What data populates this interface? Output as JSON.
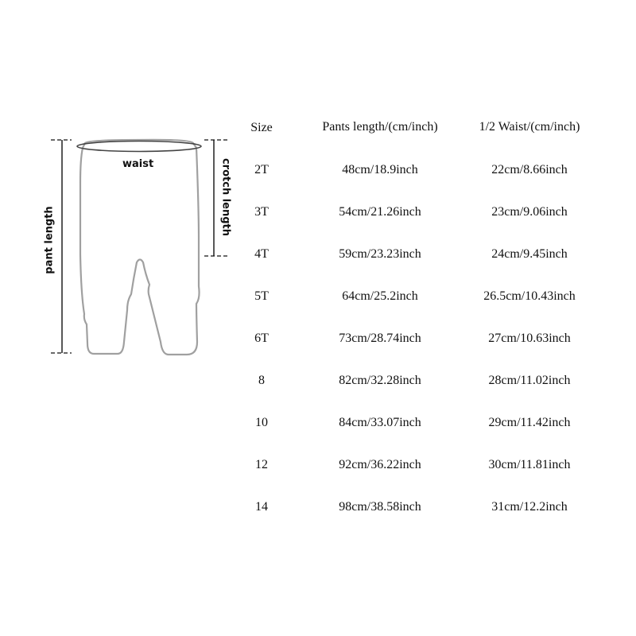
{
  "diagram": {
    "labels": {
      "waist": "waist",
      "pant_length": "pant length",
      "crotch_length": "crotch length"
    },
    "outline_color": "#a0a0a0",
    "measure_color": "#111111"
  },
  "table": {
    "headers": [
      "Size",
      "Pants length/(cm/inch)",
      "1/2 Waist/(cm/inch)"
    ],
    "rows": [
      {
        "size": "2T",
        "pants_length": "48cm/18.9inch",
        "half_waist": "22cm/8.66inch"
      },
      {
        "size": "3T",
        "pants_length": "54cm/21.26inch",
        "half_waist": "23cm/9.06inch"
      },
      {
        "size": "4T",
        "pants_length": "59cm/23.23inch",
        "half_waist": "24cm/9.45inch"
      },
      {
        "size": "5T",
        "pants_length": "64cm/25.2inch",
        "half_waist": "26.5cm/10.43inch"
      },
      {
        "size": "6T",
        "pants_length": "73cm/28.74inch",
        "half_waist": "27cm/10.63inch"
      },
      {
        "size": "8",
        "pants_length": "82cm/32.28inch",
        "half_waist": "28cm/11.02inch"
      },
      {
        "size": "10",
        "pants_length": "84cm/33.07inch",
        "half_waist": "29cm/11.42inch"
      },
      {
        "size": "12",
        "pants_length": "92cm/36.22inch",
        "half_waist": "30cm/11.81inch"
      },
      {
        "size": "14",
        "pants_length": "98cm/38.58inch",
        "half_waist": "31cm/12.2inch"
      }
    ]
  }
}
